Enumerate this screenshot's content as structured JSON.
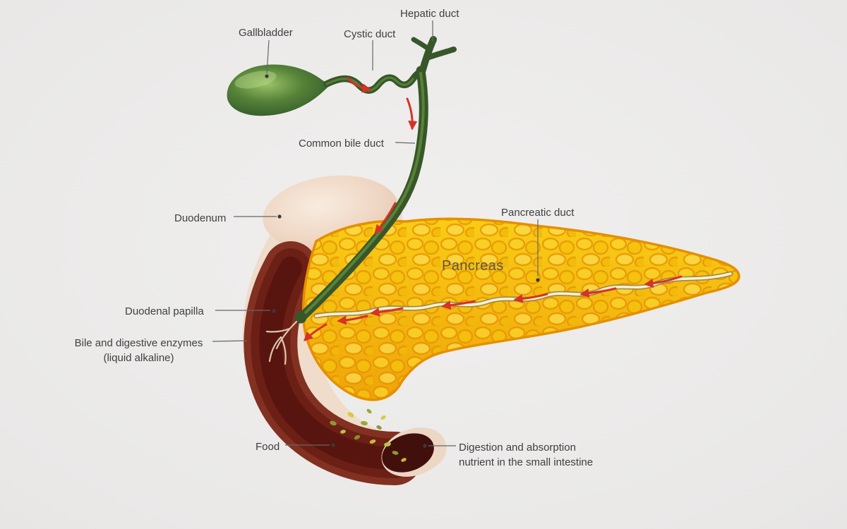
{
  "title": "Biliary and pancreatic duct anatomy diagram",
  "colors": {
    "background": "#ebebeb",
    "gallbladder_green": "#3f7034",
    "bile_duct_green": "#37572a",
    "pancreas_yellow": "#f6c40e",
    "pancreas_outline": "#e58f00",
    "duodenum_wall_cream": "#efdccb",
    "duodenum_lumen_red": "#6b1f15",
    "flow_arrow_red": "#d63227",
    "label_text": "#3f3f3f"
  },
  "labels": {
    "gallbladder": "Gallbladder",
    "cystic_duct": "Cystic duct",
    "hepatic_duct": "Hepatic duct",
    "common_bile_duct": "Common bile duct",
    "duodenum": "Duodenum",
    "pancreatic_duct": "Pancreatic duct",
    "pancreas": "Pancreas",
    "duodenal_papilla": "Duodenal papilla",
    "bile_enzymes_line1": "Bile and digestive enzymes",
    "bile_enzymes_line2": "(liquid alkaline)",
    "food": "Food",
    "digestion_line1": "Digestion and absorption",
    "digestion_line2": "nutrient in the small intestine"
  }
}
